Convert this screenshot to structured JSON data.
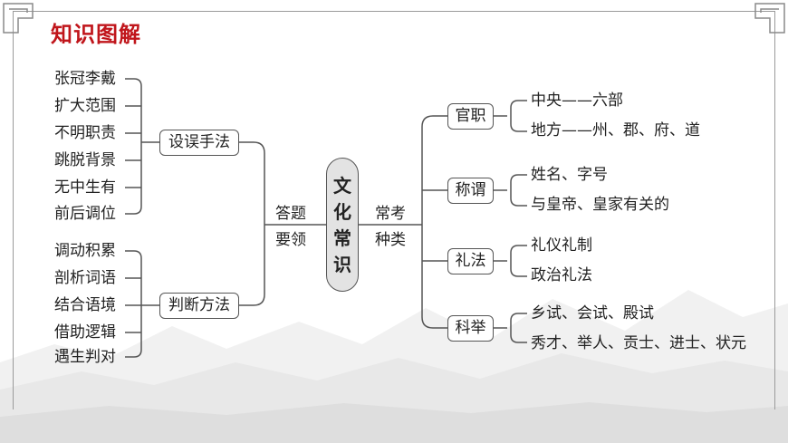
{
  "title": "知识图解",
  "center": {
    "chars": [
      "文",
      "化",
      "常",
      "识"
    ]
  },
  "left_connector": {
    "line1": "答题",
    "line2": "要领"
  },
  "right_connector": {
    "line1": "常考",
    "line2": "种类"
  },
  "left_groups": [
    {
      "label": "设误手法",
      "items": [
        "张冠李戴",
        "扩大范围",
        "不明职责",
        "跳脱背景",
        "无中生有",
        "前后调位"
      ]
    },
    {
      "label": "判断方法",
      "items": [
        "调动积累",
        "剖析词语",
        "结合语境",
        "借助逻辑",
        "遇生判对"
      ]
    }
  ],
  "right_groups": [
    {
      "label": "官职",
      "items": [
        "中央——六部",
        "地方——州、郡、府、道"
      ]
    },
    {
      "label": "称谓",
      "items": [
        "姓名、字号",
        "与皇帝、皇家有关的"
      ]
    },
    {
      "label": "礼法",
      "items": [
        "礼仪礼制",
        "政治礼法"
      ]
    },
    {
      "label": "科举",
      "items": [
        "乡试、会试、殿试",
        "秀才、举人、贡士、进士、状元"
      ]
    }
  ],
  "colors": {
    "title": "#c0151b",
    "lines": "#555555",
    "center_fill": "#e3e3e3"
  }
}
